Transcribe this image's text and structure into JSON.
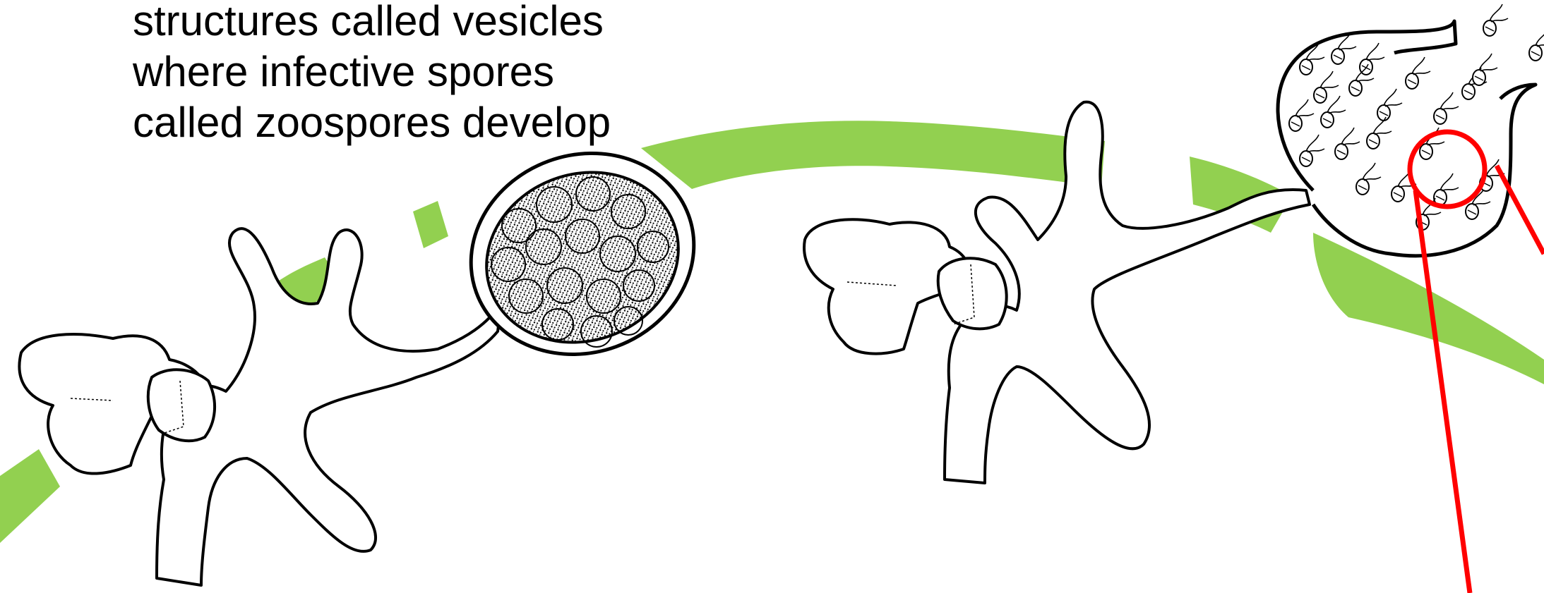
{
  "caption": {
    "lines": [
      "structures called vesicles",
      "where infective spores",
      "called zoospores develop"
    ]
  },
  "colors": {
    "band": "#92d050",
    "outline": "#000000",
    "highlight": "#ff0000",
    "background": "#ffffff"
  },
  "icons": [
    "vesicle-with-spores-icon",
    "vesicle-releasing-zoospores-icon",
    "zoospore-icon",
    "magnifier-circle-icon"
  ]
}
